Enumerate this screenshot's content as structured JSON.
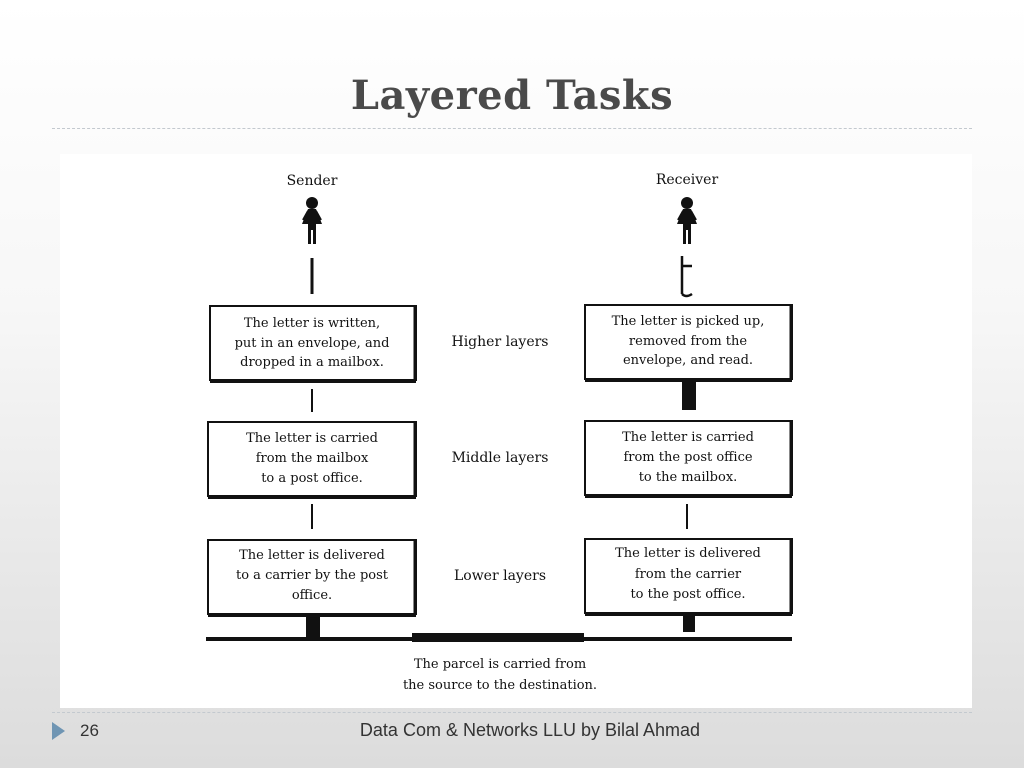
{
  "slide": {
    "title": "Layered Tasks",
    "number": "26",
    "footer": "Data Com & Networks LLU by Bilal Ahmad"
  },
  "diagram": {
    "sender_label": "Sender",
    "receiver_label": "Receiver",
    "layer_labels": [
      "Higher layers",
      "Middle layers",
      "Lower layers"
    ],
    "sender_boxes": [
      [
        "The letter is written,",
        "put in an envelope, and",
        "dropped in a mailbox."
      ],
      [
        "The letter is carried",
        "from the mailbox",
        "to a post office."
      ],
      [
        "The letter is delivered",
        "to a carrier by the post",
        "office."
      ]
    ],
    "receiver_boxes": [
      [
        "The letter is picked up,",
        "removed from the",
        "envelope, and read."
      ],
      [
        "The letter is carried",
        "from the post office",
        "to the mailbox."
      ],
      [
        "The letter is delivered",
        "from the carrier",
        "to the post office."
      ]
    ],
    "transport_caption": [
      "The parcel is carried from",
      "the source to the destination."
    ],
    "person_icon": "person-icon"
  }
}
